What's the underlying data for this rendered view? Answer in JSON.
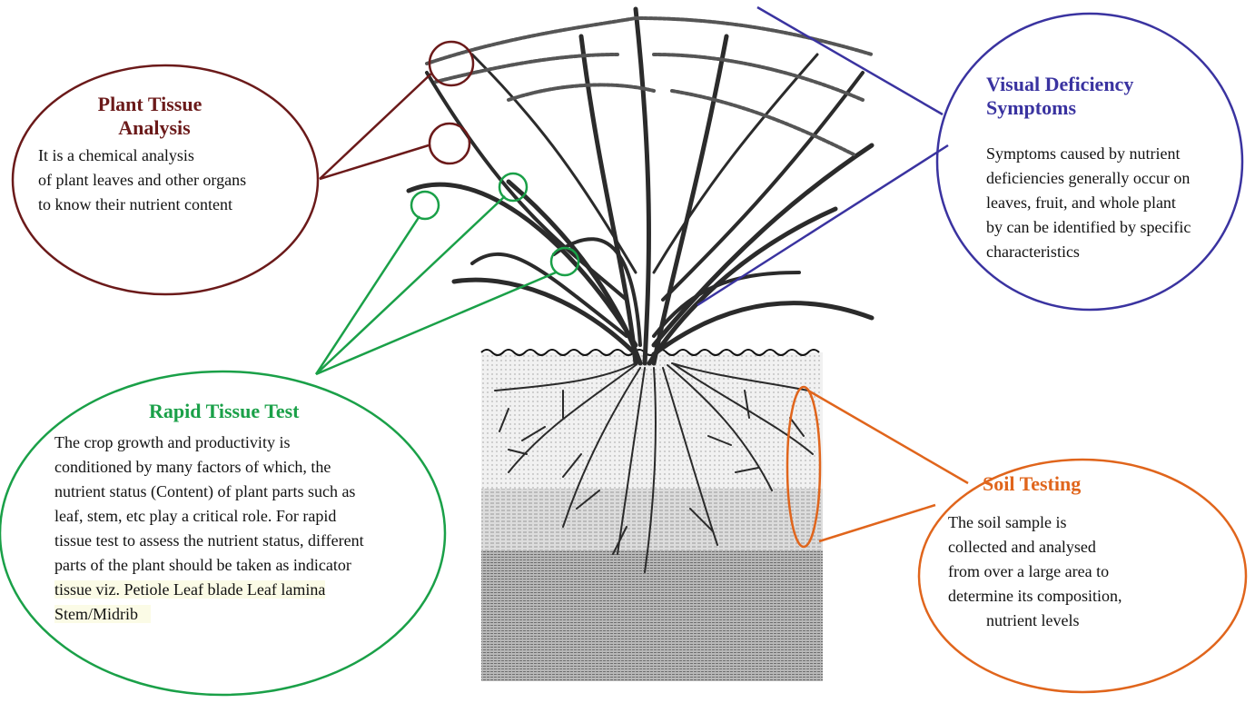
{
  "colors": {
    "plant_tissue": "#6b1a1a",
    "visual_deficiency": "#3a33a0",
    "rapid_tissue": "#1aa048",
    "soil_testing": "#e0651c",
    "plant": "#2b2b2b"
  },
  "callouts": {
    "plant_tissue_analysis": {
      "title_line1": "Plant Tissue",
      "title_line2": "Analysis",
      "body": [
        "It is a chemical analysis",
        "of plant  leaves and other organs",
        "to know their nutrient content"
      ]
    },
    "visual_deficiency": {
      "title_line1": "Visual Deficiency",
      "title_line2": "Symptoms",
      "body": [
        "Symptoms caused by nutrient",
        "deficiencies generally occur on",
        "leaves, fruit, and whole plant",
        "by can be identified by specific",
        "characteristics"
      ]
    },
    "rapid_tissue_test": {
      "title": "Rapid Tissue Test",
      "body": [
        "The crop growth and productivity is",
        "conditioned by many factors of which, the",
        "nutrient status (Content) of plant parts such as",
        "leaf, stem, etc play a critical role. For rapid",
        "tissue test to assess the nutrient status, different",
        "parts of the plant should be taken as indicator",
        "tissue viz. Petiole Leaf blade Leaf lamina",
        "Stem/Midrib"
      ]
    },
    "soil_testing": {
      "title": "Soil Testing",
      "body": [
        "The soil sample is",
        "collected and analysed",
        "from over a large area to",
        "determine its composition,",
        "nutrient levels"
      ]
    }
  }
}
